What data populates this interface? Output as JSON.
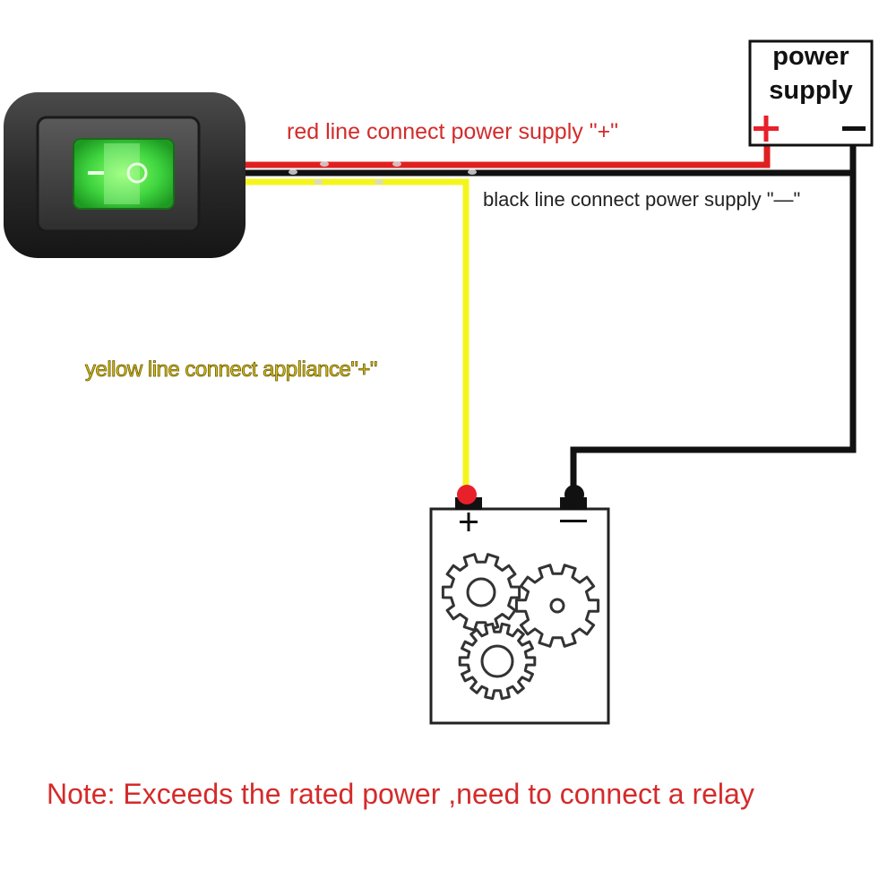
{
  "power_supply": {
    "title_line1": "power",
    "title_line2": "supply",
    "plus_symbol": "+",
    "minus_symbol": "−"
  },
  "labels": {
    "red_line": "red line connect power supply \"+\"",
    "black_line": "black line connect power supply \"—\"",
    "yellow_line": "yellow line connect appliance\"+\"",
    "note": "Note: Exceeds the rated power ,need to connect a relay"
  },
  "switch": {
    "off_mark": "—",
    "on_mark": "O"
  },
  "appliance": {
    "plus_terminal": "+",
    "minus_terminal": "—",
    "icon": "gears-icon"
  },
  "colors": {
    "red_wire": "#e02020",
    "black_wire": "#111111",
    "yellow_wire": "#f5f51e",
    "switch_green": "#3fd43f",
    "note_text": "#d42b2b",
    "plus_red": "#e8202a"
  }
}
